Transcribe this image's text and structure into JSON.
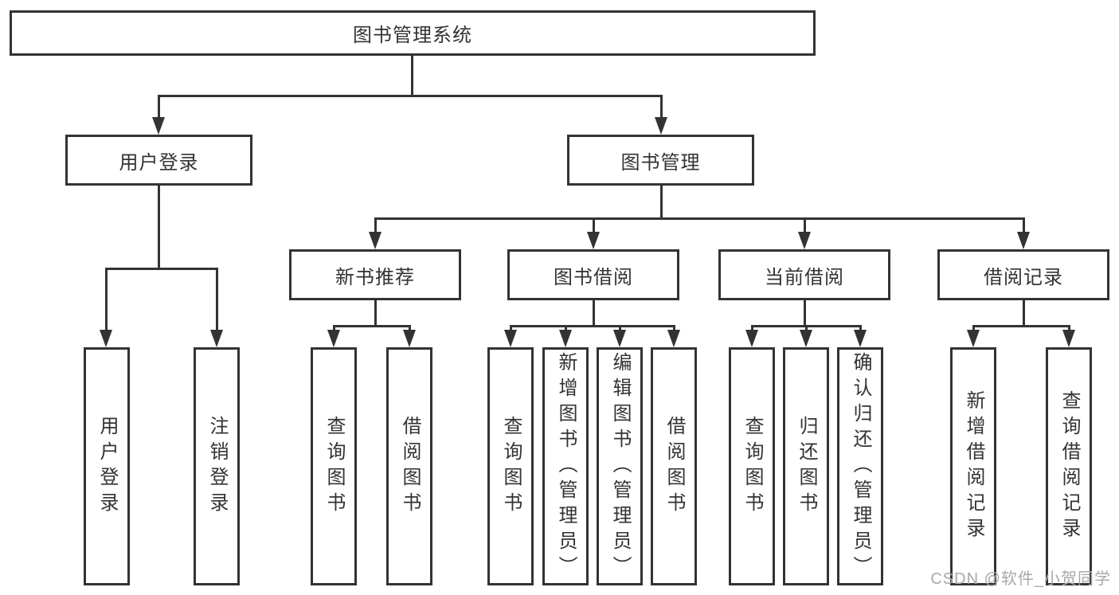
{
  "diagram": {
    "type": "tree",
    "title": "图书管理系统",
    "nodes": {
      "root": "图书管理系统",
      "user_login": "用户登录",
      "book_management": "图书管理",
      "new_book_recommend": "新书推荐",
      "book_borrowing": "图书借阅",
      "current_borrowing": "当前借阅",
      "borrowing_records": "借阅记录",
      "leaf_user_login": "用户登录",
      "leaf_logout": "注销登录",
      "leaf_rec_query_books": "查询图书",
      "leaf_rec_borrow_books": "借阅图书",
      "leaf_bor_query_books": "查询图书",
      "leaf_bor_add_books": "新增图书（管理员）",
      "leaf_bor_edit_books": "编辑图书（管理员）",
      "leaf_bor_borrow_books": "借阅图书",
      "leaf_cur_query_books": "查询图书",
      "leaf_cur_return_books": "归还图书",
      "leaf_cur_confirm_return": "确认归还（管理员）",
      "leaf_recd_add_record": "新增借阅记录",
      "leaf_recd_query_record": "查询借阅记录"
    },
    "hierarchy": {
      "图书管理系统": {
        "用户登录": [
          "用户登录",
          "注销登录"
        ],
        "图书管理": {
          "新书推荐": [
            "查询图书",
            "借阅图书"
          ],
          "图书借阅": [
            "查询图书",
            "新增图书（管理员）",
            "编辑图书（管理员）",
            "借阅图书"
          ],
          "当前借阅": [
            "查询图书",
            "归还图书",
            "确认归还（管理员）"
          ],
          "借阅记录": [
            "新增借阅记录",
            "查询借阅记录"
          ]
        }
      }
    }
  },
  "watermark": "CSDN @软件_小贺同学",
  "colors": {
    "line": "#333333",
    "text": "#333333",
    "background": "#ffffff",
    "watermark": "#a8a8a8"
  }
}
